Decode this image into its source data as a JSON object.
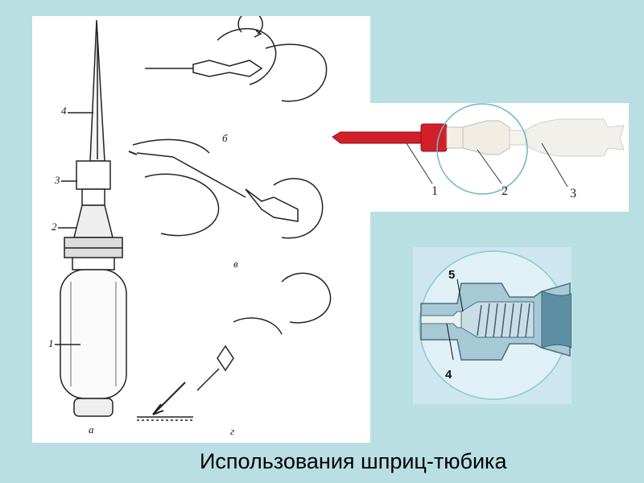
{
  "left_figure": {
    "part_labels": [
      "1",
      "2",
      "3",
      "4"
    ],
    "panel_labels": {
      "a": "а",
      "b": "б",
      "v": "в",
      "g": "г"
    }
  },
  "photo_top": {
    "callouts": [
      "1",
      "2",
      "3"
    ]
  },
  "photo_bottom": {
    "callouts": [
      "5",
      "4"
    ]
  },
  "caption": "Использования шприц-тюбика",
  "colors": {
    "background": "#b9dfe3",
    "needle_cap": "#d2202a",
    "tube": "#f2f0ea"
  }
}
